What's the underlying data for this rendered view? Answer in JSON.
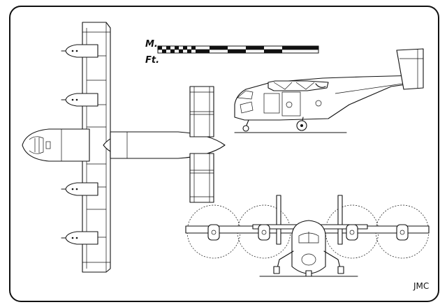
{
  "scale_bar": {
    "metric_label": "M.",
    "imperial_label": "Ft."
  },
  "signature": "JMC"
}
